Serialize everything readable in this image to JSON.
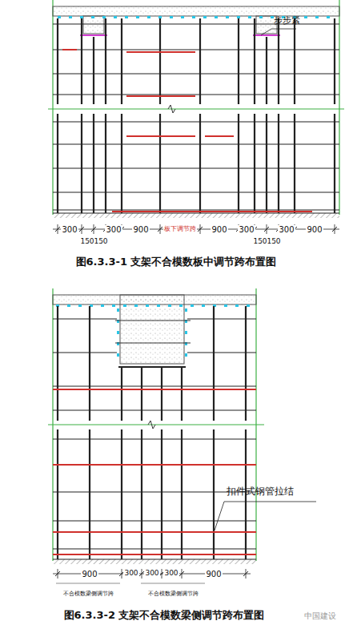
{
  "diagram": {
    "labels": [
      "步步紧",
      "300",
      "150",
      "150",
      "300",
      "900",
      "板下调节跨",
      "900",
      "300",
      "150",
      "150",
      "300",
      "900",
      "图6.3.3-1 支架不合模数板中调节跨布置图",
      "扣件式钢管拉结",
      "900",
      "300",
      "300",
      "300",
      "900",
      "不合模数梁侧调节跨",
      "不合模数梁侧调节跨",
      "图6.3.3-2 支架不合模数梁侧调节跨布置图",
      "中国建设"
    ]
  }
}
